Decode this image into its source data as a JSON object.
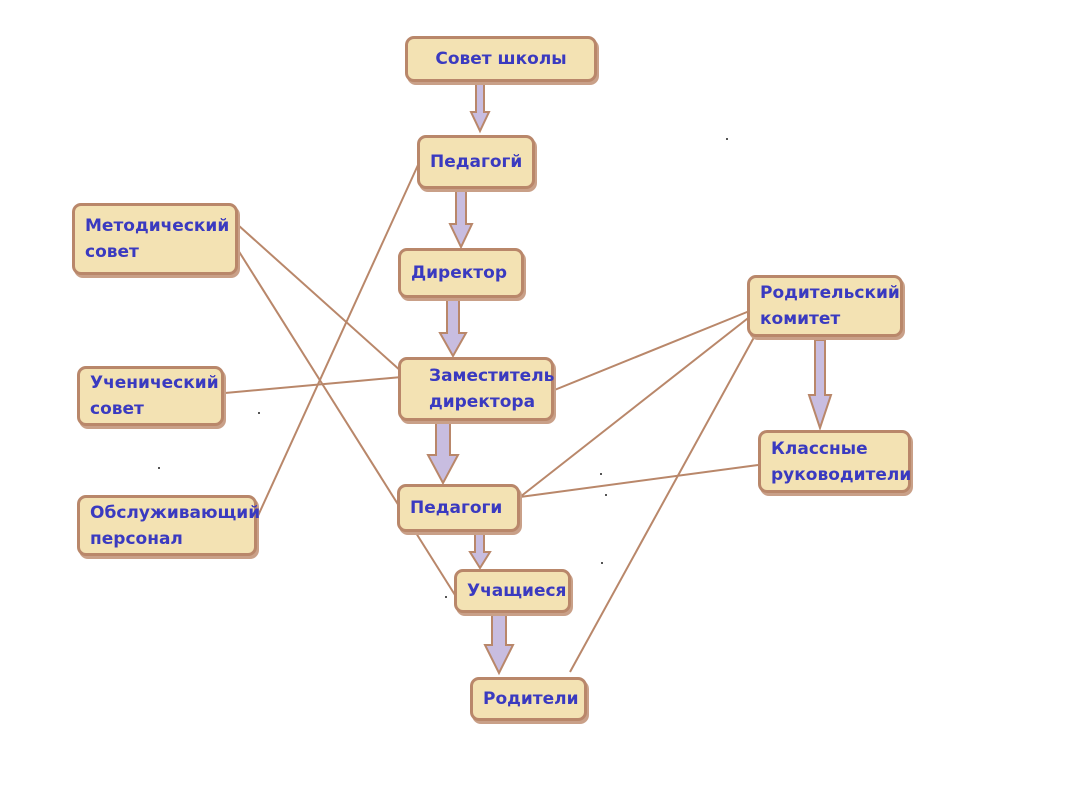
{
  "nodes": {
    "sovet_shkoly": "Совет школы",
    "pedagogi_top": "Педагогй",
    "direktor": "Директор",
    "zamestitel": "Заместитель\nдиректора",
    "pedagogi": "Педагоги",
    "uchashchiesya": "Учащиеся",
    "roditeli": "Родители",
    "metodicheskiy_sovet": "Методический\nсовет",
    "uchenicheskiy_sovet": "Ученический\nсовет",
    "obsluzhivayushchiy": "Обслуживающий\nперсонал",
    "roditelskiy_komitet": "Родительский\nкомитет",
    "klassnye": "Классные\nруководители"
  },
  "colors": {
    "node_fill": "#f3e2b3",
    "node_border": "#b9876a",
    "text": "#3a3ac0",
    "line": "#b9876a",
    "arrow_fill": "#c8bde0",
    "arrow_stroke": "#b9876a"
  }
}
